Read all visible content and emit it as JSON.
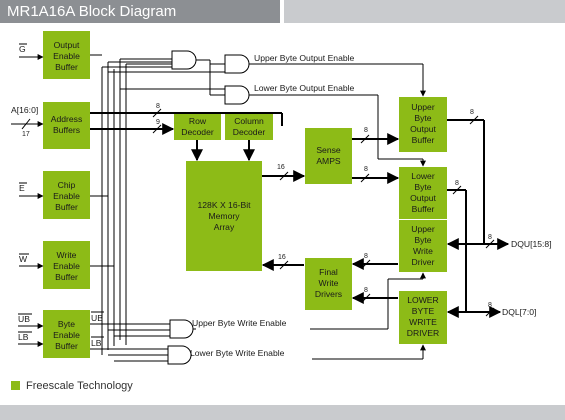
{
  "title": "MR1A16A Block Diagram",
  "legend": {
    "label": "Freescale Technology",
    "color": "#8dbb17"
  },
  "blocks": {
    "output_enable": [
      "Output",
      "Enable",
      "Buffer"
    ],
    "address": [
      "Address",
      "Buffers"
    ],
    "chip_enable": [
      "Chip",
      "Enable",
      "Buffer"
    ],
    "write_enable": [
      "Write",
      "Enable",
      "Buffer"
    ],
    "byte_enable": [
      "Byte",
      "Enable",
      "Buffer"
    ],
    "row_decoder": [
      "Row",
      "Decoder"
    ],
    "column_decoder": [
      "Column",
      "Decoder"
    ],
    "memory_array": [
      "128K X 16-Bit",
      "Memory",
      "Array"
    ],
    "sense_amps": [
      "Sense",
      "AMPS"
    ],
    "final_write": [
      "Final",
      "Write",
      "Drivers"
    ],
    "upper_out": [
      "Upper",
      "Byte",
      "Output",
      "Buffer"
    ],
    "lower_out": [
      "Lower",
      "Byte",
      "Output",
      "Buffer"
    ],
    "upper_write": [
      "Upper",
      "Byte",
      "Write",
      "Driver"
    ],
    "lower_write": [
      "LOWER",
      "BYTE",
      "WRITE",
      "DRIVER"
    ]
  },
  "pins": {
    "g": "G",
    "a": "A[16:0]",
    "a_width": "17",
    "e": "E",
    "w": "W",
    "ub": "UB",
    "lb": "LB",
    "ub_int": "UB",
    "lb_int": "LB",
    "dqu": "DQU[15:8]",
    "dql": "DQL[7:0]"
  },
  "signals": {
    "upper_output_enable": "Upper Byte Output Enable",
    "lower_output_enable": "Lower Byte Output Enable",
    "upper_write_enable": "Upper Byte Write Enable",
    "lower_write_enable": "Lower Byte Write Enable"
  },
  "bus_widths": {
    "row_addr": "8",
    "col_addr": "9",
    "array_sense": "16",
    "sense_upper": "8",
    "sense_lower": "8",
    "upper_dq": "8",
    "lower_dq": "8",
    "dqu": "8",
    "dql": "8",
    "final_array": "16",
    "upper_final": "8",
    "lower_final": "8"
  }
}
